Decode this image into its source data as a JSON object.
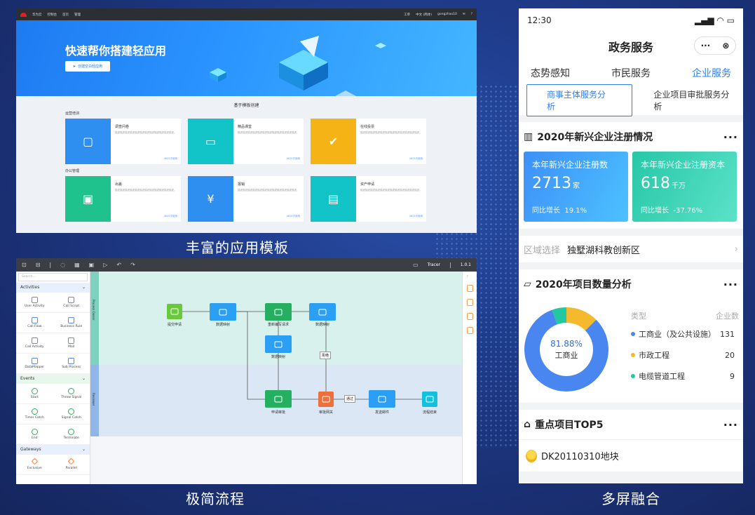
{
  "captions": {
    "templates": "丰富的应用模板",
    "process": "极简流程",
    "multiscreen": "多屏融合"
  },
  "web_app": {
    "topbar": {
      "brand": "华为云",
      "nav": [
        "控制台",
        "首页",
        "管理"
      ],
      "right": [
        "工单",
        "中文 (简体)",
        "gongzhao10"
      ]
    },
    "banner": {
      "title": "快速帮你搭建轻应用",
      "cta": "创建空白轻应用"
    },
    "section_title": "基于模板创建",
    "groups": [
      {
        "name": "运营培训",
        "cards": [
          {
            "title": "调查问卷",
            "color": "#2f8ff0",
            "desc": "描述描述描述描述描述描述描述描述描述描述描述描述。",
            "usage": "4625次使用"
          },
          {
            "title": "精品课堂",
            "color": "#12c4c8",
            "desc": "描述描述描述描述描述描述描述描述描述描述描述描述。",
            "usage": "4625次使用"
          },
          {
            "title": "在线投票",
            "color": "#f5b316",
            "desc": "描述描述描述描述描述描述描述描述描述描述描述描述。",
            "usage": "4625次使用"
          }
        ]
      },
      {
        "name": "办公管理",
        "cards": [
          {
            "title": "出差",
            "color": "#1fc18d",
            "desc": "描述描述描述描述描述描述描述描述描述描述描述描述。",
            "usage": "4625次使用"
          },
          {
            "title": "报销",
            "color": "#2f8ff0",
            "desc": "描述描述描述描述描述描述描述描述描述描述描述描述。",
            "usage": "4625次使用"
          },
          {
            "title": "资产申请",
            "color": "#12c4c8",
            "desc": "描述描述描述描述描述描述描述描述描述描述描述描述。",
            "usage": "4625次使用"
          }
        ]
      }
    ]
  },
  "process_designer": {
    "toolbar": {
      "app": "Tracer",
      "version": "1.0.1"
    },
    "search_placeholder": "Search...",
    "categories": {
      "activities": "Activities",
      "events": "Events",
      "gateways": "Gateways"
    },
    "activities": [
      "User Activity",
      "Call Script",
      "Call Flow",
      "Business Rule",
      "Call Activity",
      "Mail",
      "DataMapper",
      "Sub Process"
    ],
    "events": [
      "Start",
      "Throw Signal",
      "Timer Catch",
      "Signal Catch",
      "End",
      "Terminate"
    ],
    "gateways": [
      "Exclusive",
      "Parallel"
    ],
    "lanes": [
      "Process Owner",
      "Reviewer"
    ],
    "nodes": {
      "submit": "提交申请",
      "map1": "数据映射",
      "resubmit": "重新编写请求",
      "map2": "数据映射",
      "map3": "数据映射",
      "apply": "申请审批",
      "gateway": "审批网关",
      "mail": "发送邮件",
      "end": "流程结束"
    },
    "edge_labels": {
      "reject": "拒绝",
      "approve": "通过"
    }
  },
  "mobile": {
    "status": {
      "time": "12:30"
    },
    "title": "政务服务",
    "tabs": [
      "态势感知",
      "市民服务",
      "企业服务"
    ],
    "subtabs": [
      "商事主体服务分析",
      "企业项目审批服务分析"
    ],
    "reg_panel": {
      "title": "2020年新兴企业注册情况",
      "kpis": [
        {
          "label": "本年新兴企业注册数",
          "value": "2713",
          "unit": "家",
          "yoy_label": "同比增长",
          "yoy": "19.1%"
        },
        {
          "label": "本年新兴企业注册资本",
          "value": "618",
          "unit": "千万",
          "yoy_label": "同比增长",
          "yoy": "-37.76%"
        }
      ]
    },
    "region": {
      "label": "区域选择",
      "value": "独墅湖科教创新区"
    },
    "project_panel": {
      "title": "2020年项目数量分析",
      "center_pct": "81.88%",
      "center_label": "工商业",
      "legend_header": {
        "type": "类型",
        "count": "企业数"
      },
      "slices": [
        {
          "name": "工商业（及公共设施）",
          "value": 131,
          "color": "#4a86f0"
        },
        {
          "name": "市政工程",
          "value": 20,
          "color": "#f5b92e"
        },
        {
          "name": "电缆管道工程",
          "value": 9,
          "color": "#22c9a0"
        }
      ]
    },
    "top5_panel": {
      "title": "重点项目TOP5",
      "items": [
        "DK20110310地块"
      ]
    }
  }
}
